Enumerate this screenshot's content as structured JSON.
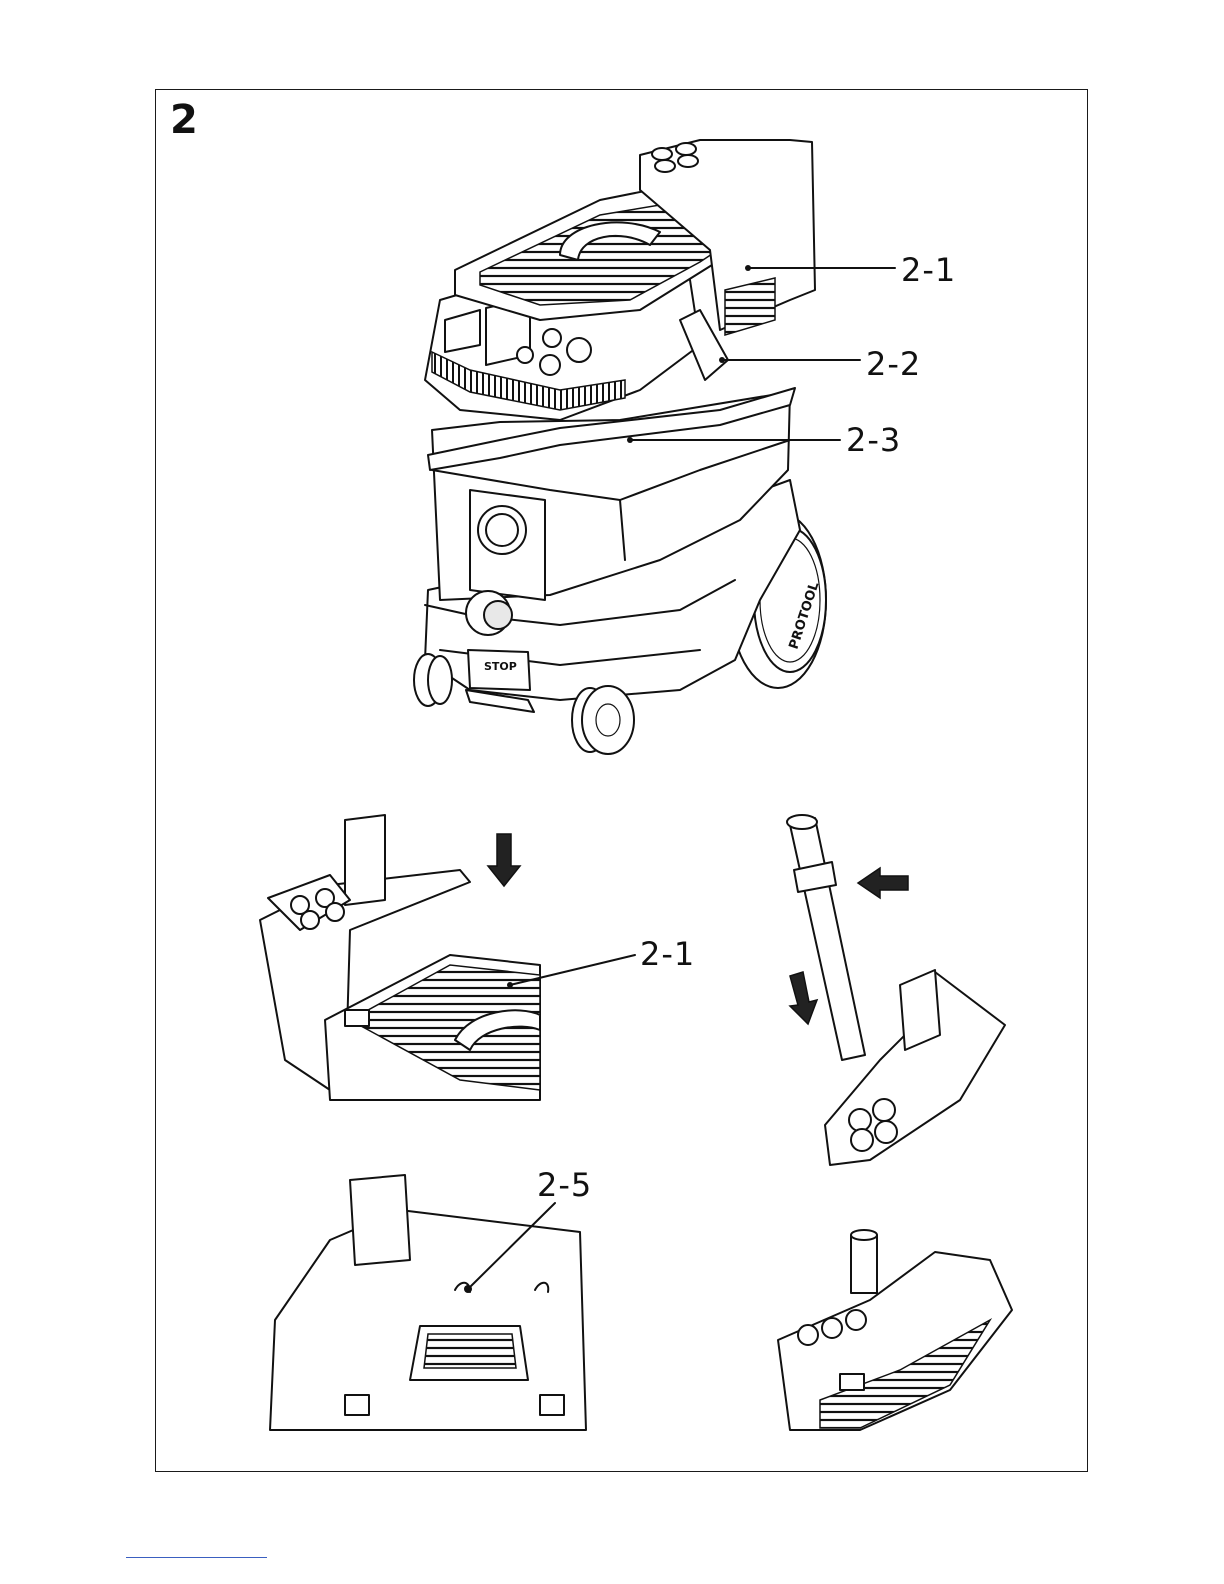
{
  "figure": {
    "number": "2"
  },
  "callouts": {
    "top_2_1": "2-1",
    "top_2_2": "2-2",
    "top_2_3": "2-3",
    "mid_2_1": "2-1",
    "bottom_2_5": "2-5"
  },
  "device": {
    "brand_on_wheel": "PROTOOL",
    "pedal_label": "STOP"
  },
  "colors": {
    "line": "#111111",
    "background": "#ffffff",
    "footer_rule": "#3a5fc0"
  }
}
